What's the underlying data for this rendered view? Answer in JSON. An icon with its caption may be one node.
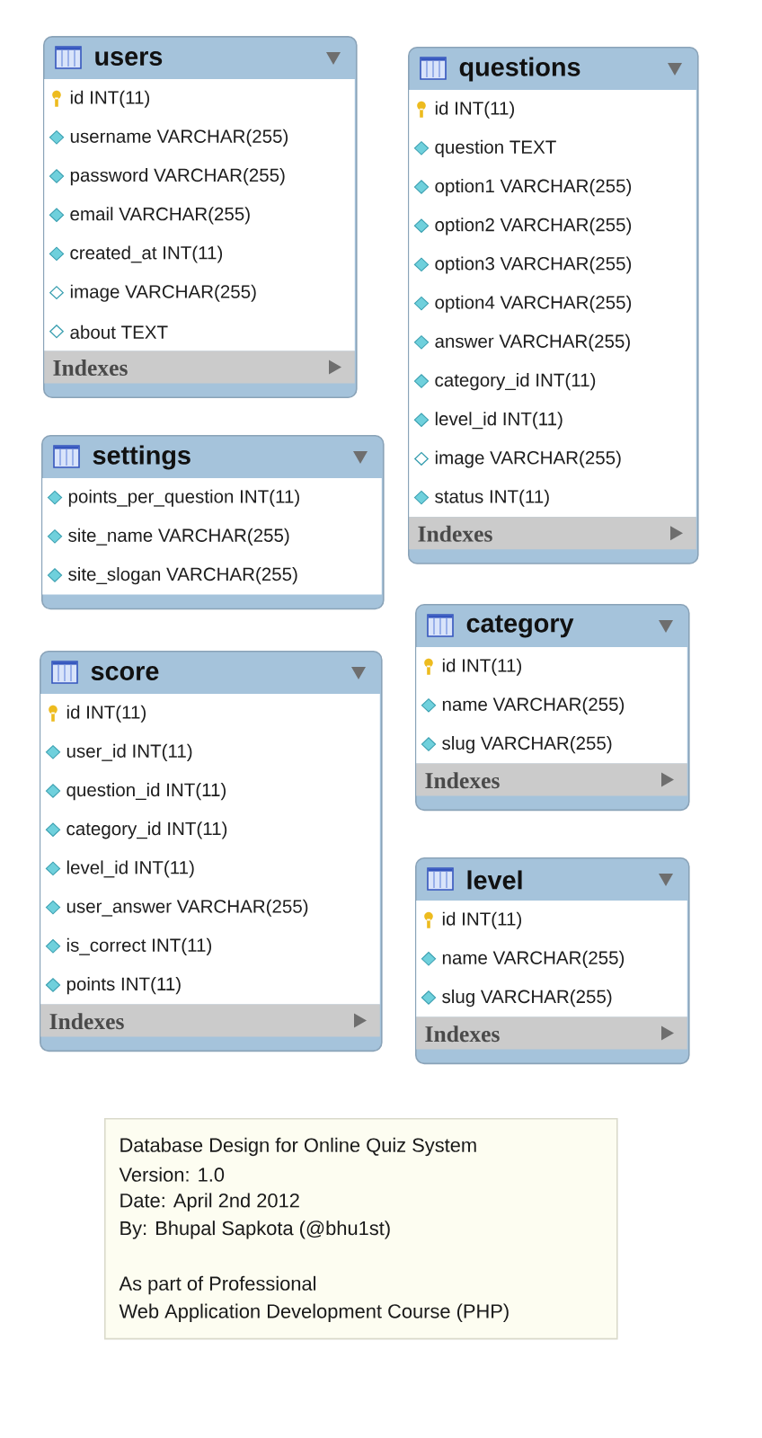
{
  "diagram": {
    "nodes": [
      {
        "text": [
          "users",
          "id INT(11)",
          "username VARCHAR(255)",
          "password VARCHAR(255)",
          "email VARCHAR(255)",
          "created_at INT(11)",
          "image VARCHAR(255)",
          "about TEXT",
          "Indexes"
        ]
      },
      {
        "text": [
          "questions",
          "id INT(11)",
          "question TEXT",
          "option1 VARCHAR(255)",
          "option2 VARCHAR(255)",
          "option3 VARCHAR(255)",
          "option4 VARCHAR(255)",
          "answer VARCHAR(255)",
          "category_id INT(11)",
          "level_id INT(11)",
          "image VARCHAR(255)",
          "status INT(11)",
          "Indexes"
        ]
      },
      {
        "text": [
          "settings",
          "points_per_question INT(11)",
          "site_name VARCHAR(255)",
          "site_slogan VARCHAR(255)"
        ]
      },
      {
        "text": [
          "category",
          "id INT(11)",
          "name VARCHAR(255)",
          "slug VARCHAR(255)",
          "Indexes"
        ]
      },
      {
        "text": [
          "score",
          "id INT(11)",
          "user_id INT(11)",
          "question_id INT(11)",
          "category_id INT(11)",
          "level_id INT(11)",
          "user_answer VARCHAR(255)",
          "is_correct INT(11)",
          "points INT(11)",
          "Indexes"
        ]
      },
      {
        "text": [
          "level",
          "id INT(11)",
          "name VARCHAR(255)",
          "slug VARCHAR(255)",
          "Indexes"
        ]
      },
      {
        "text": [
          "Database Design for Online Quiz System",
          "Version: 1.0",
          "Date: April 2nd 2012",
          "By: Bhupal Sapkota (@bhu1st)",
          "As part of Professional",
          "Web Application Development Course (PHP)"
        ]
      }
    ]
  }
}
